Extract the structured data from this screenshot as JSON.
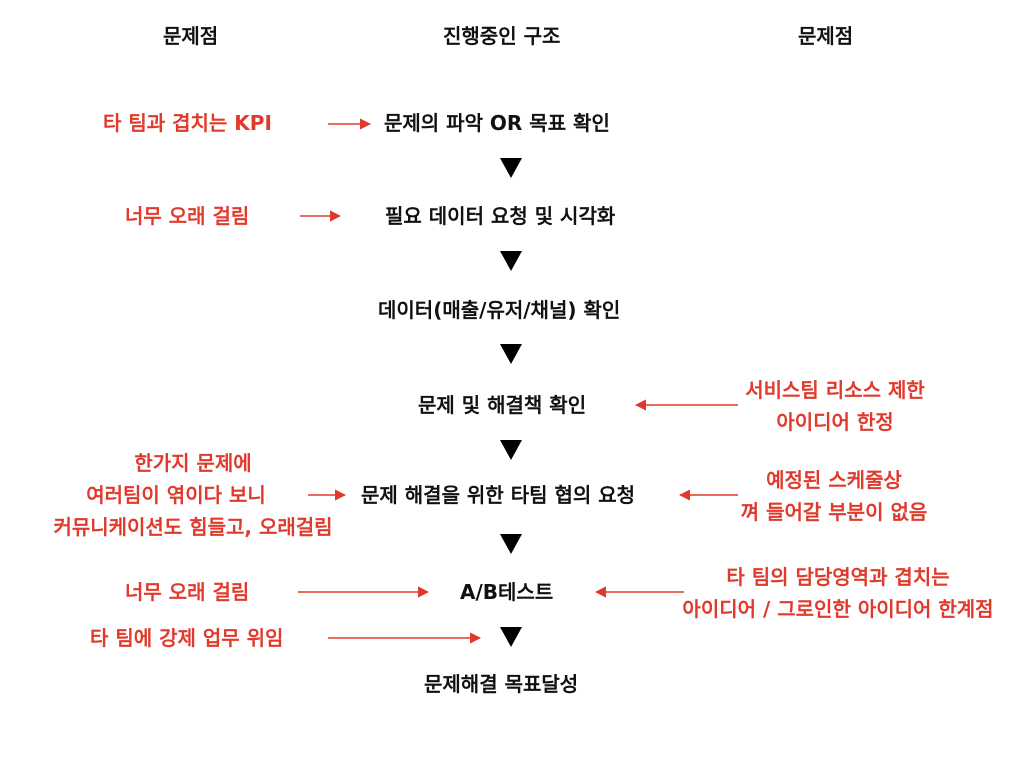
{
  "headers": {
    "left": "문제점",
    "center": "진행중인 구조",
    "right": "문제점"
  },
  "steps": [
    "문제의 파악 OR 목표 확인",
    "필요 데이터 요청 및 시각화",
    "데이터(매출/유저/채널) 확인",
    "문제 및 해결책 확인",
    "문제 해결을 위한 타팀 협의 요청",
    "A/B테스트",
    "문제해결 목표달성"
  ],
  "left_issues": {
    "kpi": "타 팀과 겹치는 KPI",
    "slow_data": "너무 오래 걸림",
    "comm_lines": [
      "한가지 문제에",
      "여러팀이 엮이다 보니",
      "커뮤니케이션도 힘들고, 오래걸림"
    ],
    "slow_ab": "너무 오래 걸림",
    "delegation": "타 팀에 강제 업무 위임"
  },
  "right_issues": {
    "resource_lines": [
      "서비스팀 리소스 제한",
      "아이디어 한정"
    ],
    "schedule_lines": [
      "예정된 스케줄상",
      "껴 들어갈 부분이 없음"
    ],
    "overlap_lines": [
      "타 팀의 담당영역과 겹치는",
      "아이디어 / 그로인한 아이디어 한계점"
    ]
  },
  "colors": {
    "accent": "#e03a2c",
    "text": "#111111"
  }
}
